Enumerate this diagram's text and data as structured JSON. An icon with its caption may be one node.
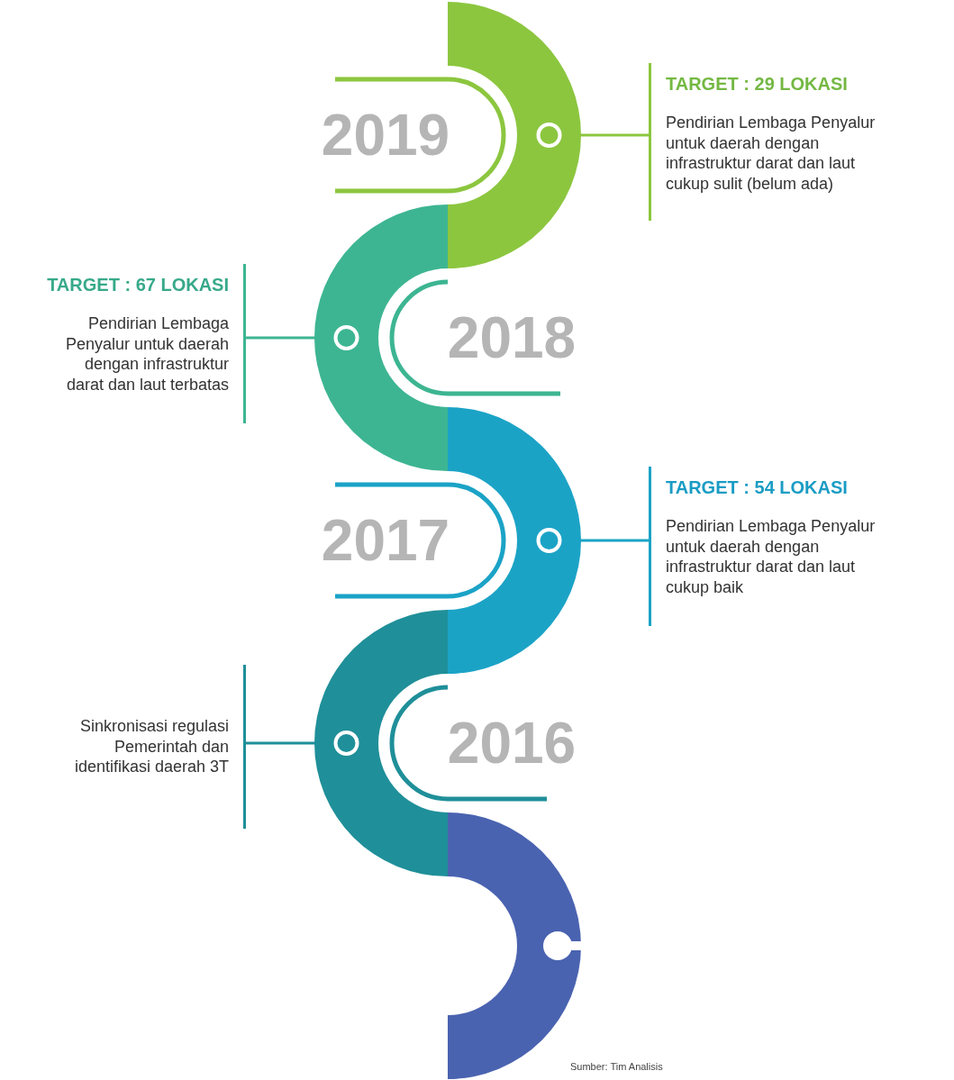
{
  "diagram": {
    "nodes": [
      {
        "text": [],
        "shape": "arc",
        "beside": [
          "2019"
        ]
      },
      {
        "text": [
          "TARGET : 29 LOKASI",
          "Pendirian Lembaga Penyalur untuk daerah dengan infrastruktur darat dan laut cukup sulit (belum ada)"
        ]
      },
      {
        "text": [],
        "shape": "arc",
        "beside": [
          "2018"
        ]
      },
      {
        "text": [
          "TARGET : 67 LOKASI",
          "Pendirian Lembaga Penyalur untuk daerah dengan infrastruktur darat dan laut terbatas"
        ]
      },
      {
        "text": [],
        "shape": "arc",
        "beside": [
          "2017"
        ]
      },
      {
        "text": [
          "TARGET : 54 LOKASI",
          "Pendirian Lembaga Penyalur untuk daerah dengan infrastruktur darat dan laut cukup baik"
        ]
      },
      {
        "text": [],
        "shape": "arc",
        "beside": [
          "2016"
        ]
      },
      {
        "text": [
          "Sinkronisasi regulasi Pemerintah dan identifikasi daerah 3T"
        ]
      },
      {
        "text": [],
        "shape": "arc"
      }
    ],
    "edges": [
      {
        "from": 1,
        "to": 0,
        "arrow": "other",
        "color": "#8cc63f"
      },
      {
        "from": 3,
        "to": 2,
        "arrow": "other",
        "color": "#3db592"
      },
      {
        "from": 5,
        "to": 4,
        "arrow": "other",
        "color": "#1ba3c6"
      },
      {
        "from": 7,
        "to": 6,
        "arrow": "other",
        "color": "#1f8f99"
      }
    ],
    "labels": [
      "Sumber: Tim Analisis"
    ]
  }
}
